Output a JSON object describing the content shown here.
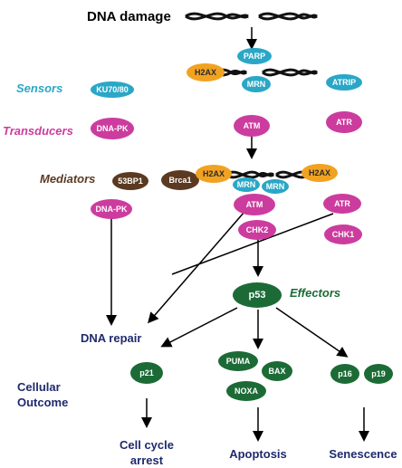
{
  "title": "DNA damage",
  "rows": {
    "sensors": "Sensors",
    "transducers": "Transducers",
    "mediators": "Mediators",
    "effectors": "Effectors",
    "cellular_outcome_line1": "Cellular",
    "cellular_outcome_line2": "Outcome"
  },
  "nodes": {
    "parp": "PARP",
    "h2ax_top": "H2AX",
    "mrn_top": "MRN",
    "ku70_80": "KU70/80",
    "atrip": "ATRIP",
    "dna_pk_top": "DNA-PK",
    "atm_top": "ATM",
    "atr_top": "ATR",
    "bp53_1": "53BP1",
    "brca1": "Brca1",
    "h2ax_mid_left": "H2AX",
    "h2ax_mid_right": "H2AX",
    "mrn_mid_left": "MRN",
    "mrn_mid_right": "MRN",
    "dna_pk_mid": "DNA-PK",
    "atm_mid": "ATM",
    "atr_mid": "ATR",
    "chk2": "CHK2",
    "chk1": "CHK1",
    "p53": "p53",
    "p21": "p21",
    "puma": "PUMA",
    "bax": "BAX",
    "noxa": "NOXA",
    "p16": "p16",
    "p19": "p19"
  },
  "outcomes": {
    "dna_repair": "DNA repair",
    "cell_cycle_line1": "Cell cycle",
    "cell_cycle_line2": "arrest",
    "apoptosis": "Apoptosis",
    "senescence": "Senescence"
  },
  "colors": {
    "cyan": "#2aa7c6",
    "magenta": "#cc3c9e",
    "orange": "#f2a221",
    "brown": "#5b3a21",
    "green": "#1c6b36",
    "navy": "#1f2a6e"
  }
}
